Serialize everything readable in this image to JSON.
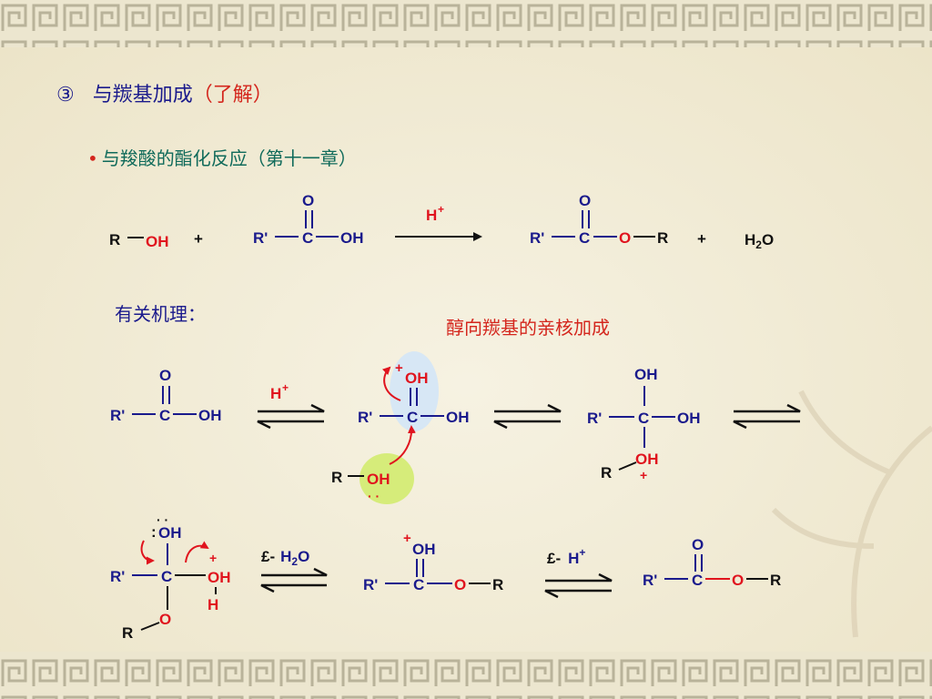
{
  "slide": {
    "heading_number": "③",
    "heading_text": "与羰基加成",
    "heading_note": "（了解）",
    "bullet_text": "与羧酸的酯化反应（第十一章）",
    "mechanism_label": "有关机理：",
    "annotation": "醇向羰基的亲核加成"
  },
  "symbols": {
    "R": "R",
    "R_prime": "R'",
    "C": "C",
    "O": "O",
    "OH": "OH",
    "H": "H",
    "H_plus": "H",
    "plus_sup": "+",
    "plus": "+",
    "H2O_H": "H",
    "H2O_2": "2",
    "H2O_O": "O",
    "minus_h2o_prefix": "£-",
    "minus_h_prefix": "£-",
    "lone_pair": "· ·",
    "lone_pair_side": ":"
  },
  "colors": {
    "bond_blue": "#1a1a8c",
    "atom_red": "#e0141e",
    "text_black": "#111111",
    "highlight_blue": "#d7e7f5",
    "highlight_green": "#d6ec7a",
    "background": "#f5f0de",
    "border_fret": "#b9b39a"
  }
}
